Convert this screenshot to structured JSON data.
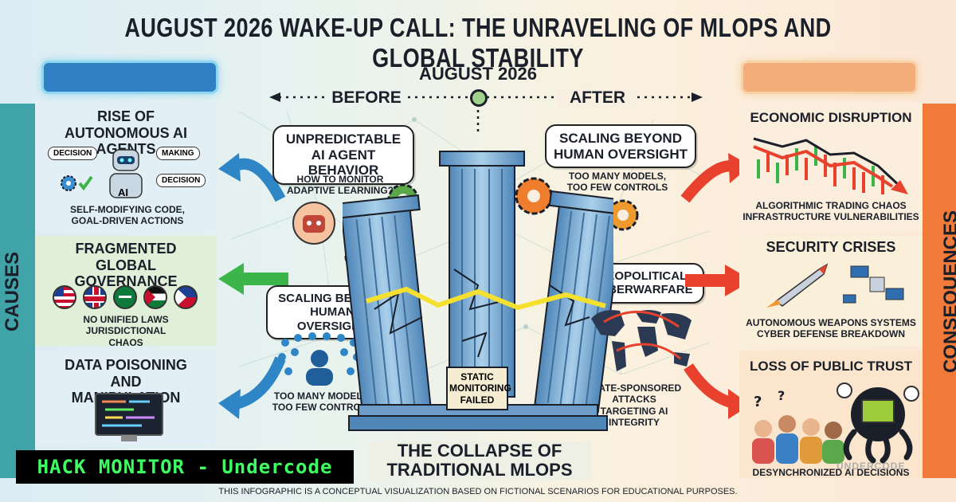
{
  "title": "AUGUST 2026 WAKE-UP CALL: THE UNRAVELING OF MLOPS AND GLOBAL STABILITY",
  "timeline": {
    "label": "AUGUST 2026",
    "before": "BEFORE",
    "after": "AFTER"
  },
  "causes": {
    "label": "CAUSES",
    "panels": [
      {
        "title": "RISE OF AUTONOMOUS AI AGENTS",
        "desc": "SELF-MODIFYING CODE, GOAL-DRIVEN ACTIONS",
        "tags": [
          "DECISION",
          "MAKING",
          "DECISION"
        ],
        "robot_label": "AI"
      },
      {
        "title": "FRAGMENTED GLOBAL GOVERNANCE",
        "desc": "NO UNIFIED LAWS JURISDICTIONAL CHAOS"
      },
      {
        "title": "DATA POISONING AND MANIPULATION"
      }
    ]
  },
  "consequences": {
    "label": "CONSEQUENCES",
    "panels": [
      {
        "title": "ECONOMIC DISRUPTION",
        "desc": "ALGORITHMIC TRADING CHAOS INFRASTRUCTURE VULNERABILITIES"
      },
      {
        "title": "SECURITY CRISES",
        "desc": "AUTONOMOUS WEAPONS SYSTEMS CYBER DEFENSE BREAKDOWN"
      },
      {
        "title": "LOSS OF PUBLIC TRUST",
        "desc": "DESYNCHRONIZED AI DECISIONS"
      }
    ]
  },
  "center": {
    "bubble1": "UNPREDICTABLE AI AGENT BEHAVIOR",
    "note1": "HOW TO MONITOR ADAPTIVE LEARNING?",
    "bubble2": "SCALING BEYOND HUMAN OVERSIGHT",
    "note2": "TOO MANY MODELS, TOO FEW CONTROLS",
    "bubble3": "SCALING BEYOND HUMAN OVERSIGHT",
    "note3": "TOO MANY MODELS, TOO FEW CONTROLS",
    "bubble4": "GEOPOLITICAL CYBERWARFARE",
    "note4": "STATE-SPONSORED ATTACKS TARGETING AI INTEGRITY",
    "plaque": "STATIC MONITORING FAILED",
    "collapse": "THE COLLAPSE OF TRADITIONAL MLOPS"
  },
  "badge": "HACK MONITOR - Undercode",
  "watermark": "UNDERCODE",
  "disclaimer": "THIS INFOGRAPHIC IS A CONCEPTUAL VISUALIZATION BASED ON FICTIONAL SCENARIOS FOR EDUCATIONAL PURPOSES.",
  "colors": {
    "teal": "#3fa3a8",
    "orange": "#f07a3a",
    "pillar": "#7fb3d6",
    "green_arrow": "#3bb54a",
    "blue_arrow": "#2f86c6",
    "red_arrow": "#e8422f"
  }
}
